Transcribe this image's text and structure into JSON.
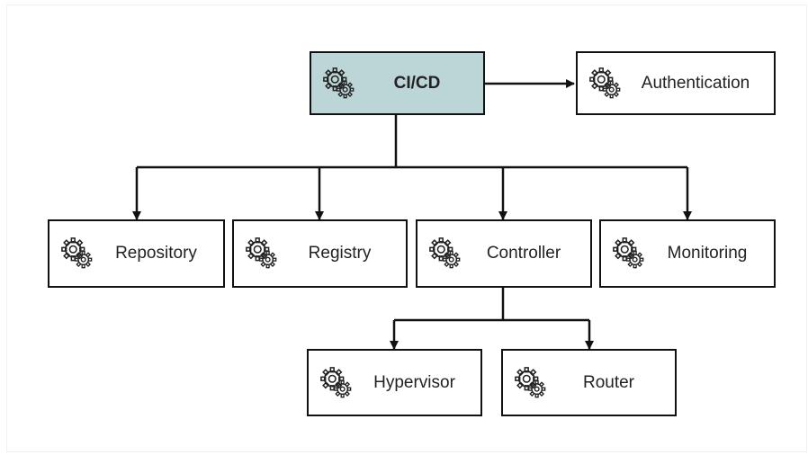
{
  "diagram": {
    "nodes": {
      "cicd": {
        "label": "CI/CD",
        "icon": "gear-icon"
      },
      "authentication": {
        "label": "Authentication",
        "icon": "gear-icon"
      },
      "repository": {
        "label": "Repository",
        "icon": "gear-icon"
      },
      "registry": {
        "label": "Registry",
        "icon": "gear-icon"
      },
      "controller": {
        "label": "Controller",
        "icon": "gear-icon"
      },
      "monitoring": {
        "label": "Monitoring",
        "icon": "gear-icon"
      },
      "hypervisor": {
        "label": "Hypervisor",
        "icon": "gear-icon"
      },
      "router": {
        "label": "Router",
        "icon": "gear-icon"
      }
    },
    "edges": [
      {
        "from": "CI/CD",
        "to": "Authentication"
      },
      {
        "from": "CI/CD",
        "to": "Repository"
      },
      {
        "from": "CI/CD",
        "to": "Registry"
      },
      {
        "from": "CI/CD",
        "to": "Controller"
      },
      {
        "from": "CI/CD",
        "to": "Monitoring"
      },
      {
        "from": "Controller",
        "to": "Hypervisor"
      },
      {
        "from": "Controller",
        "to": "Router"
      }
    ],
    "colors": {
      "root_fill": "#bcd5d7",
      "stroke": "#111111"
    }
  }
}
